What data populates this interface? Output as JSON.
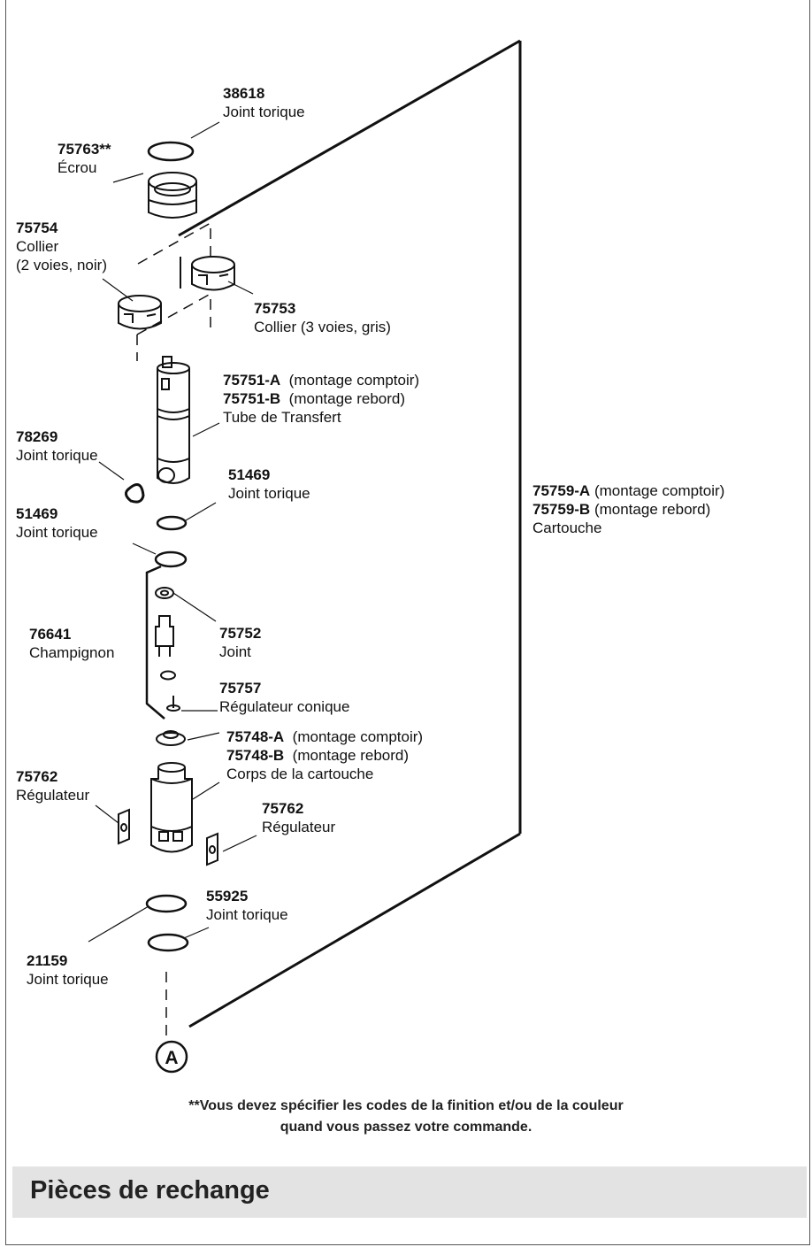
{
  "labels": {
    "p38618": {
      "pn": "38618",
      "desc": "Joint torique"
    },
    "p75763": {
      "pn": "75763**",
      "desc": "Écrou"
    },
    "p75754": {
      "pn": "75754",
      "desc": "Collier",
      "desc2": "(2 voies, noir)"
    },
    "p75753": {
      "pn": "75753",
      "desc": "Collier (3 voies, gris)"
    },
    "p75751": {
      "pnA": "75751-A",
      "descA": "(montage comptoir)",
      "pnB": "75751-B",
      "descB": "(montage rebord)",
      "desc": "Tube de Transfert"
    },
    "p78269": {
      "pn": "78269",
      "desc": "Joint torique"
    },
    "p51469a": {
      "pn": "51469",
      "desc": "Joint torique"
    },
    "p51469b": {
      "pn": "51469",
      "desc": "Joint torique"
    },
    "p75759": {
      "pnA": "75759-A",
      "descA": "(montage comptoir)",
      "pnB": "75759-B",
      "descB": "(montage rebord)",
      "desc": "Cartouche"
    },
    "p76641": {
      "pn": "76641",
      "desc": "Champignon"
    },
    "p75752": {
      "pn": "75752",
      "desc": "Joint"
    },
    "p75757": {
      "pn": "75757",
      "desc": "Régulateur conique"
    },
    "p75748": {
      "pnA": "75748-A",
      "descA": "(montage comptoir)",
      "pnB": "75748-B",
      "descB": "(montage rebord)",
      "desc": "Corps de la cartouche"
    },
    "p75762a": {
      "pn": "75762",
      "desc": "Régulateur"
    },
    "p75762b": {
      "pn": "75762",
      "desc": "Régulateur"
    },
    "p55925": {
      "pn": "55925",
      "desc": "Joint torique"
    },
    "p21159": {
      "pn": "21159",
      "desc": "Joint torique"
    }
  },
  "callout": "A",
  "note": {
    "line1": "**Vous devez spécifier les codes de la finition et/ou de la couleur",
    "line2": "quand vous passez votre commande."
  },
  "section_title": "Pièces de rechange"
}
